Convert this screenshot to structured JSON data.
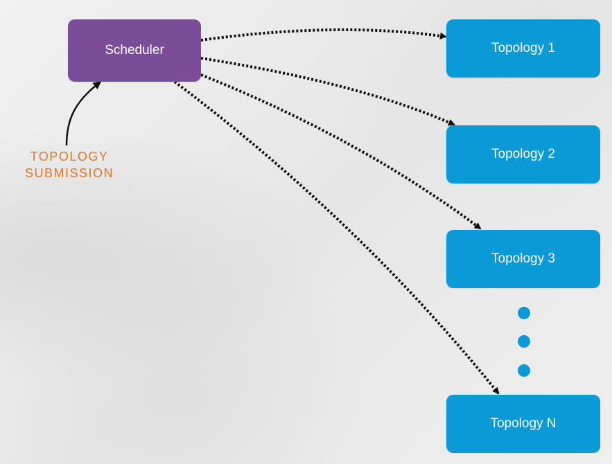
{
  "scheduler": {
    "label": "Scheduler",
    "color": "#7b4d99"
  },
  "topologies": [
    {
      "label": "Topology 1"
    },
    {
      "label": "Topology 2"
    },
    {
      "label": "Topology 3"
    },
    {
      "label": "Topology N"
    }
  ],
  "topology_color": "#0a9ad8",
  "ellipsis_dots": 3,
  "submission": {
    "line1": "TOPOLOGY",
    "line2": "SUBMISSION",
    "color": "#e07524"
  }
}
